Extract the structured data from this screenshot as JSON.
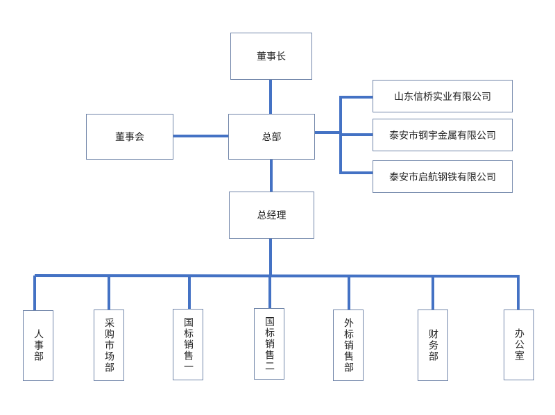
{
  "org_chart": {
    "chairman": "董事长",
    "board": "董事会",
    "headquarters": "总部",
    "general_manager": "总经理",
    "subsidiaries": [
      "山东信桥实业有限公司",
      "泰安市钢宇金属有限公司",
      "泰安市启航钢铁有限公司"
    ],
    "departments": [
      "人事部",
      "采购市场部",
      "国标销售一",
      "国标销售二",
      "外标销售部",
      "财务部",
      "办公室"
    ]
  },
  "colors": {
    "line": "#4472c4",
    "box_border": "#6f84a8",
    "text": "#222222"
  }
}
